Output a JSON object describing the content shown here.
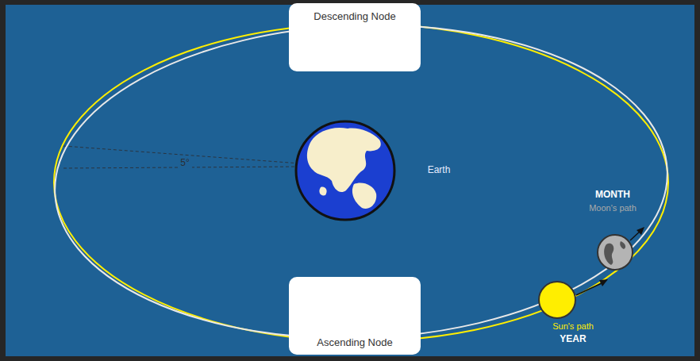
{
  "diagram": {
    "nodes": [
      {
        "text": [
          "Descending Node"
        ]
      },
      {
        "text": [
          "Ascending Node"
        ]
      }
    ],
    "labels": [
      "5°",
      "Earth",
      "MONTH",
      "Moon's path",
      "Sun's path",
      "YEAR"
    ]
  }
}
